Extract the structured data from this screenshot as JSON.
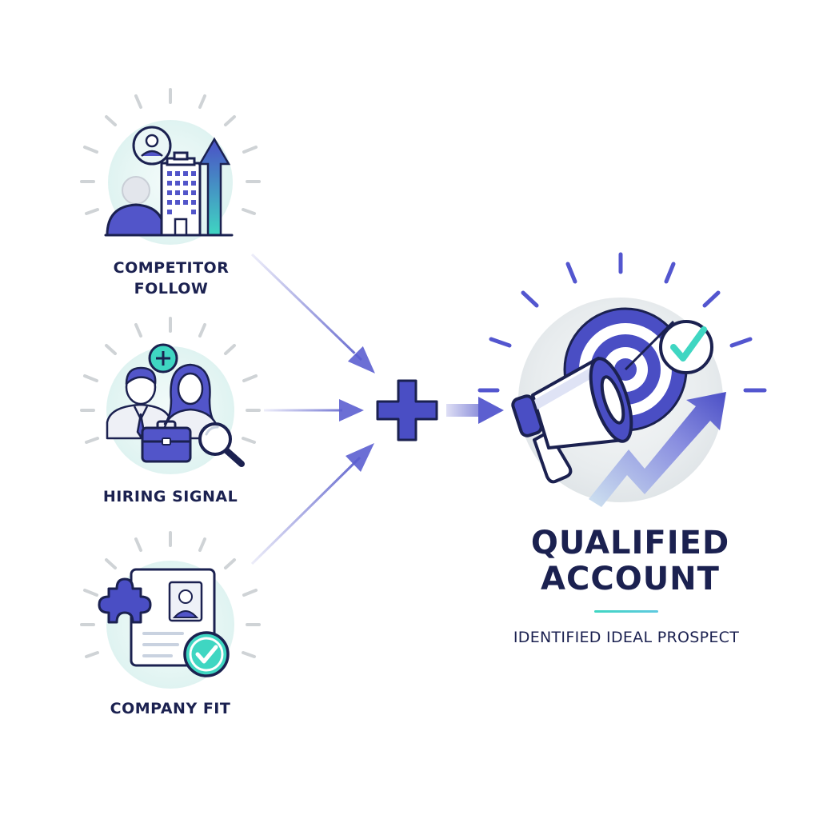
{
  "inputs": [
    {
      "id": "competitor",
      "label_line1": "COMPETITOR",
      "label_line2": "FOLLOW"
    },
    {
      "id": "hiring",
      "label_line1": "HIRING SIGNAL"
    },
    {
      "id": "company",
      "label_line1": "COMPANY FIT"
    }
  ],
  "combine_symbol": "+",
  "result": {
    "title_line1": "QUALIFIED",
    "title_line2": "ACCOUNT",
    "subtitle": "IDENTIFIED IDEAL PROSPECT"
  },
  "colors": {
    "primary": "#4b4fc6",
    "dark": "#1b2150",
    "teal": "#3fd6c2",
    "light_fill": "#e9f7f6",
    "ray": "#cfd3d6"
  },
  "icons": {
    "competitor": [
      "person-avatar-icon",
      "person-icon",
      "office-building-icon",
      "up-arrow-icon"
    ],
    "hiring": [
      "plus-badge-icon",
      "people-icon",
      "briefcase-icon",
      "magnifier-icon"
    ],
    "company": [
      "puzzle-piece-icon",
      "profile-card-icon",
      "check-badge-icon"
    ],
    "result": [
      "target-icon",
      "megaphone-icon",
      "check-badge-icon",
      "trend-arrow-icon"
    ]
  }
}
